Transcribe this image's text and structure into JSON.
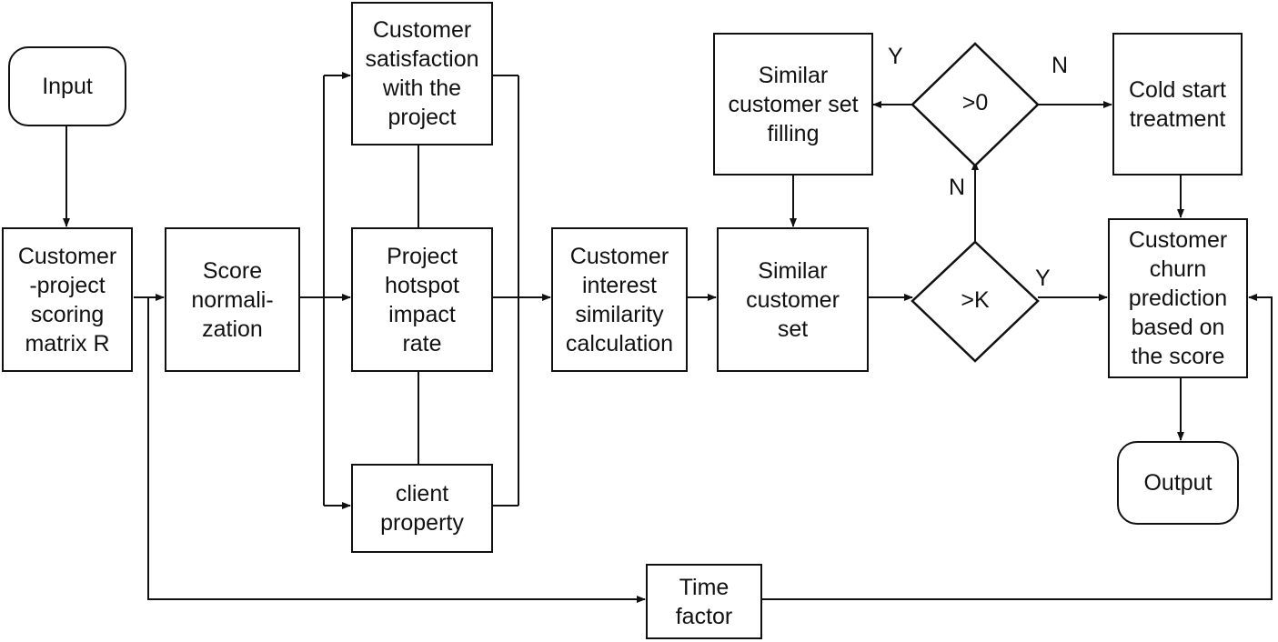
{
  "nodes": {
    "input": "Input",
    "matrix": "Customer\n-project\nscoring\nmatrix R",
    "score_norm": "Score\nnormali-\nzation",
    "satisfaction": "Customer\nsatisfaction\nwith the\nproject",
    "hotspot": "Project\nhotspot\nimpact\nrate",
    "client_property": "client\nproperty",
    "interest_similarity": "Customer\ninterest\nsimilarity\ncalculation",
    "similar_set_filling": "Similar\ncustomer set\nfilling",
    "similar_set": "Similar\ncustomer\nset",
    "cold_start": "Cold start\ntreatment",
    "churn_prediction": "Customer\nchurn\nprediction\nbased on\nthe score",
    "output": "Output",
    "time_factor": "Time\nfactor"
  },
  "decisions": {
    "gt_zero": ">0",
    "gt_k": ">K"
  },
  "edge_labels": {
    "gt_zero_yes": "Y",
    "gt_zero_no": "N",
    "gt_k_no": "N",
    "gt_k_yes": "Y"
  }
}
